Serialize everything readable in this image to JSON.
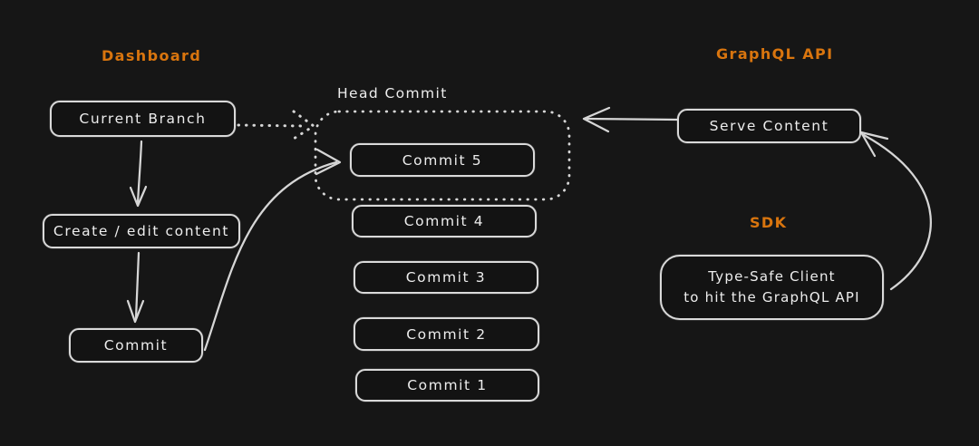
{
  "colors": {
    "background": "#161616",
    "stroke": "#d9d9d9",
    "text": "#ededed",
    "accent_orange": "#d9750e"
  },
  "dashboard": {
    "title": "Dashboard",
    "current_branch": "Current Branch",
    "create_edit": "Create / edit content",
    "commit": "Commit"
  },
  "commit_stack": {
    "head_label": "Head Commit",
    "items": [
      "Commit 5",
      "Commit 4",
      "Commit 3",
      "Commit 2",
      "Commit 1"
    ]
  },
  "graphql": {
    "title": "GraphQL API",
    "serve_content": "Serve Content"
  },
  "sdk": {
    "title": "SDK",
    "client_line1": "Type-Safe Client",
    "client_line2": "to hit the GraphQL API"
  }
}
